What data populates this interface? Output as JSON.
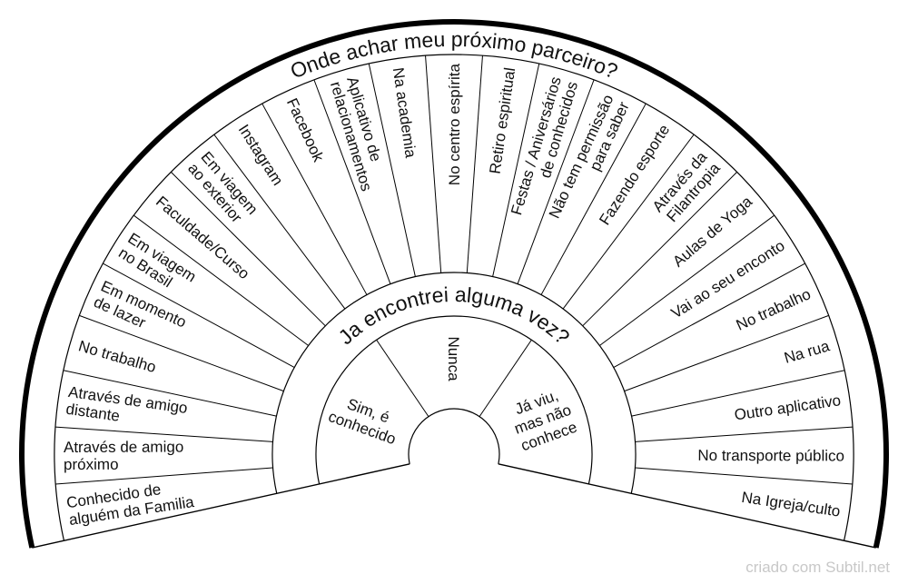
{
  "chart_data": {
    "type": "radial-pendulum-chart",
    "outer_title": "Onde achar meu próximo parceiro?",
    "inner_title": "Ja encontrei alguma vez?",
    "outer_segments": [
      [
        "Conhecido de",
        "alguém da Familia"
      ],
      [
        "Através de amigo",
        "próximo"
      ],
      [
        "Através de amigo",
        "distante"
      ],
      [
        "No trabalho"
      ],
      [
        "Em momento",
        "de lazer"
      ],
      [
        "Em viagem",
        "no Brasil"
      ],
      [
        "Faculdade/Curso"
      ],
      [
        "Em viagem",
        "ao exterior"
      ],
      [
        "Instagram"
      ],
      [
        "Facebook"
      ],
      [
        "Aplicativo de",
        "relacionamentos"
      ],
      [
        "Na academia"
      ],
      [
        "No centro espírita"
      ],
      [
        "Retiro espiritual"
      ],
      [
        "Festas / Aniversários",
        "de conhecidos"
      ],
      [
        "Não tem permissão",
        "para saber"
      ],
      [
        "Fazendo esporte"
      ],
      [
        "Através da",
        "Filantropia"
      ],
      [
        "Aulas de Yoga"
      ],
      [
        "Vai ao seu enconto"
      ],
      [
        "No trabalho"
      ],
      [
        "Na rua"
      ],
      [
        "Outro aplicativo"
      ],
      [
        "No transporte público"
      ],
      [
        "Na Igreja/culto"
      ]
    ],
    "inner_segments": [
      [
        "Sim, é",
        "conhecido"
      ],
      [
        "Nunca"
      ],
      [
        "Já viu,",
        "mas não",
        "conhece"
      ]
    ]
  },
  "footer": {
    "watermark": "criado com Subtil.net"
  }
}
